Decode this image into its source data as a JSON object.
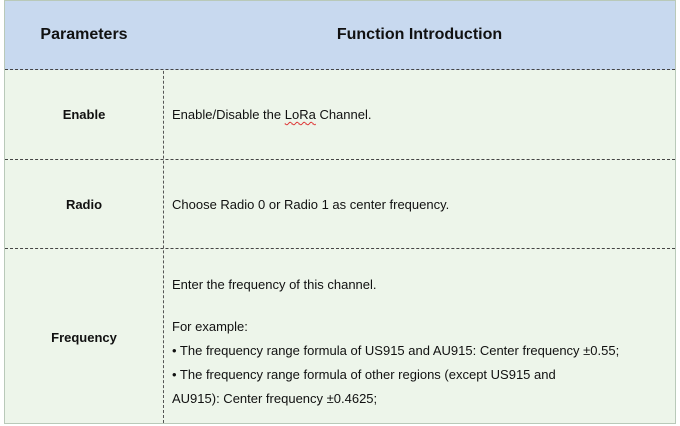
{
  "header": {
    "col1": "Parameters",
    "col2": "Function Introduction"
  },
  "rows": [
    {
      "param": "Enable",
      "desc_before": "Enable/Disable the ",
      "desc_mark": "LoRa",
      "desc_after": " Channel."
    },
    {
      "param": "Radio",
      "desc": "Choose Radio 0 or Radio 1 as center frequency."
    },
    {
      "param": "Frequency",
      "lines": [
        "Enter the frequency of this channel.",
        "For example:",
        "• The frequency range formula of US915 and AU915: Center frequency ±0.55;",
        "• The frequency range formula of other regions (except US915 and",
        "AU915): Center frequency ±0.4625;"
      ]
    }
  ]
}
